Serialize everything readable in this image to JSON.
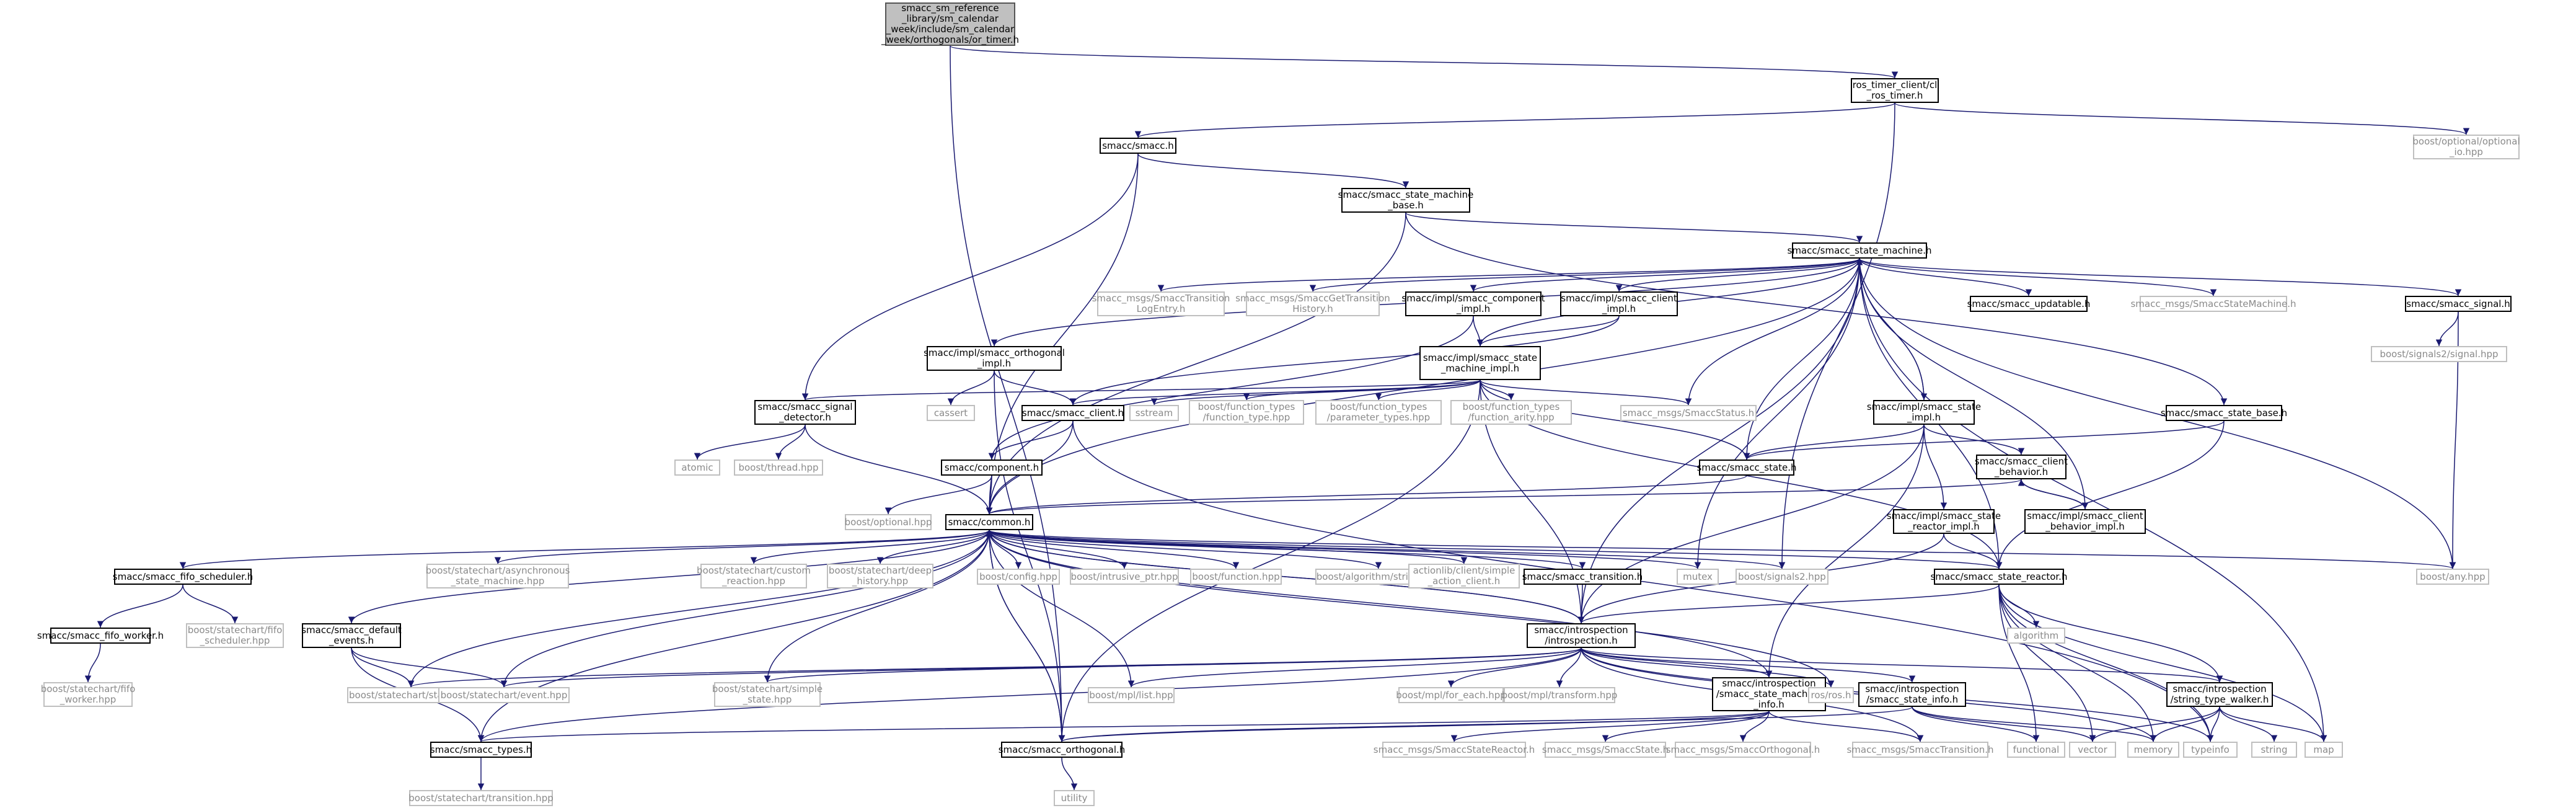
{
  "colors": {
    "edge": "#191970",
    "node_border": "#000000",
    "ext_border": "#bfbfbf",
    "ext_text": "#8a8a8a",
    "root_fill": "#c0c0c0"
  },
  "nodes": {
    "root": "smacc_sm_reference\n_library/sm_calendar\n_week/include/sm_calendar\n_week/orthogonals/or_timer.h",
    "ros_timer_client": "ros_timer_client/cl\n_ros_timer.h",
    "optional_io": "boost/optional/optional\n_io.hpp",
    "smacc_h": "smacc/smacc.h",
    "sm_base": "smacc/smacc_state_machine\n_base.h",
    "state_machine": "smacc/smacc_state_machine.h",
    "sm_transition_log": "smacc_msgs/SmaccTransition\nLogEntry.h",
    "sm_get_transition": "smacc_msgs/SmaccGetTransition\nHistory.h",
    "component_impl": "smacc/impl/smacc_component\n_impl.h",
    "client_impl": "smacc/impl/smacc_client\n_impl.h",
    "updatable": "smacc/smacc_updatable.h",
    "msg_state_machine": "smacc_msgs/SmaccStateMachine.h",
    "signal_h": "smacc/smacc_signal.h",
    "signals2_signal": "boost/signals2/signal.hpp",
    "orthogonal_impl": "smacc/impl/smacc_orthogonal\n_impl.h",
    "sm_impl": "smacc/impl/smacc_state\n_machine_impl.h",
    "signal_detector": "smacc/smacc_signal\n_detector.h",
    "cassert": "cassert",
    "client_h": "smacc/smacc_client.h",
    "sstream": "sstream",
    "ft_function_type": "boost/function_types\n/function_type.hpp",
    "ft_parameter_types": "boost/function_types\n/parameter_types.hpp",
    "ft_function_arity": "boost/function_types\n/function_arity.hpp",
    "msg_status": "smacc_msgs/SmaccStatus.h",
    "state_impl": "smacc/impl/smacc_state\n_impl.h",
    "state_base": "smacc/smacc_state_base.h",
    "atomic": "atomic",
    "thread": "boost/thread.hpp",
    "component_h": "smacc/component.h",
    "state_h": "smacc/smacc_state.h",
    "client_behavior": "smacc/smacc_client\n_behavior.h",
    "boost_optional": "boost/optional.hpp",
    "common": "smacc/common.h",
    "reactor_impl": "smacc/impl/smacc_state\n_reactor_impl.h",
    "cb_impl": "smacc/impl/smacc_client\n_behavior_impl.h",
    "fifo_scheduler": "smacc/smacc_fifo_scheduler.h",
    "async_sm": "boost/statechart/asynchronous\n_state_machine.hpp",
    "custom_reaction": "boost/statechart/custom\n_reaction.hpp",
    "deep_history": "boost/statechart/deep\n_history.hpp",
    "config": "boost/config.hpp",
    "intrusive_ptr": "boost/intrusive_ptr.hpp",
    "function_hpp": "boost/function.hpp",
    "algorithm_string": "boost/algorithm/string.hpp",
    "actionlib": "actionlib/client/simple\n_action_client.h",
    "transition_h": "smacc/smacc_transition.h",
    "mutex": "mutex",
    "signals2": "boost/signals2.hpp",
    "state_reactor": "smacc/smacc_state_reactor.h",
    "any": "boost/any.hpp",
    "fifo_scheduler_hpp": "boost/statechart/fifo\n_scheduler.hpp",
    "fifo_worker": "smacc/smacc_fifo_worker.h",
    "default_events": "smacc/smacc_default\n_events.h",
    "introspection": "smacc/introspection\n/introspection.h",
    "algorithm": "algorithm",
    "fifo_worker_hpp": "boost/statechart/fifo\n_worker.hpp",
    "state_hpp": "boost/statechart/state.hpp",
    "event_hpp": "boost/statechart/event.hpp",
    "simple_state": "boost/statechart/simple\n_state.hpp",
    "mpl_list": "boost/mpl/list.hpp",
    "mpl_for_each": "boost/mpl/for_each.hpp",
    "mpl_transform": "boost/mpl/transform.hpp",
    "sm_info": "smacc/introspection\n/smacc_state_machine\n_info.h",
    "state_info": "smacc/introspection\n/smacc_state_info.h",
    "ros": "ros/ros.h",
    "type_walker": "smacc/introspection\n/string_type_walker.h",
    "types": "smacc/smacc_types.h",
    "orthogonal_h": "smacc/smacc_orthogonal.h",
    "msg_state_reactor": "smacc_msgs/SmaccStateReactor.h",
    "msg_state": "smacc_msgs/SmaccState.h",
    "msg_orthogonal": "smacc_msgs/SmaccOrthogonal.h",
    "msg_transition": "smacc_msgs/SmaccTransition.h",
    "functional": "functional",
    "vector": "vector",
    "memory": "memory",
    "typeinfo": "typeinfo",
    "string": "string",
    "map": "map",
    "transition_hpp": "boost/statechart/transition.hpp",
    "utility": "utility"
  }
}
